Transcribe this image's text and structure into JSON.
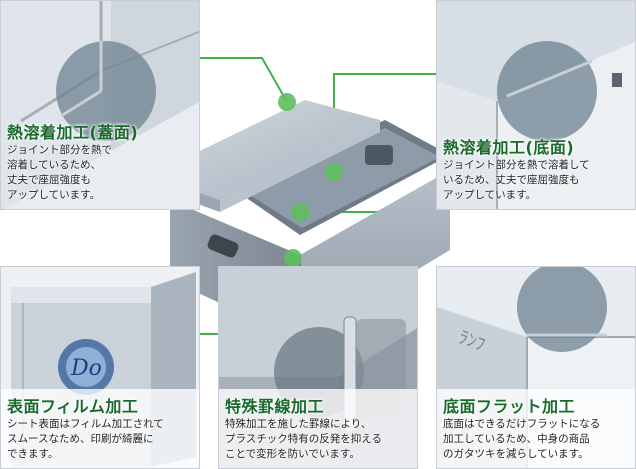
{
  "features": {
    "lid_weld": {
      "title": "熱溶着加工(蓋面)",
      "description": "ジョイント部分を熱で\n溶着しているため、\n丈夫で座屈強度も\nアップしています。"
    },
    "bottom_weld": {
      "title": "熱溶着加工(底面)",
      "description": "ジョイント部分を熱で溶着して\nいるため、丈夫で座屈強度も\nアップしています。"
    },
    "surface_film": {
      "title": "表面フィルム加工",
      "description": "シート表面はフィルム加工されて\nスムースなため、印刷が綺麗に\nできます。"
    },
    "special_crease": {
      "title": "特殊罫線加工",
      "description": "特殊加工を施した罫線により、\nプラスチック特有の反発を抑える\nことで変形を防いでいます。"
    },
    "flat_bottom": {
      "title": "底面フラット加工",
      "description": "底面はできるだけフラットになる\n加工しているため、中身の商品\nのガタツキを減らしています。"
    }
  },
  "colors": {
    "accent_green": "#2e9a3e",
    "heading_green": "#1b6a2c",
    "box_gray": "#a9b4bf",
    "box_dark": "#7f8b96"
  }
}
